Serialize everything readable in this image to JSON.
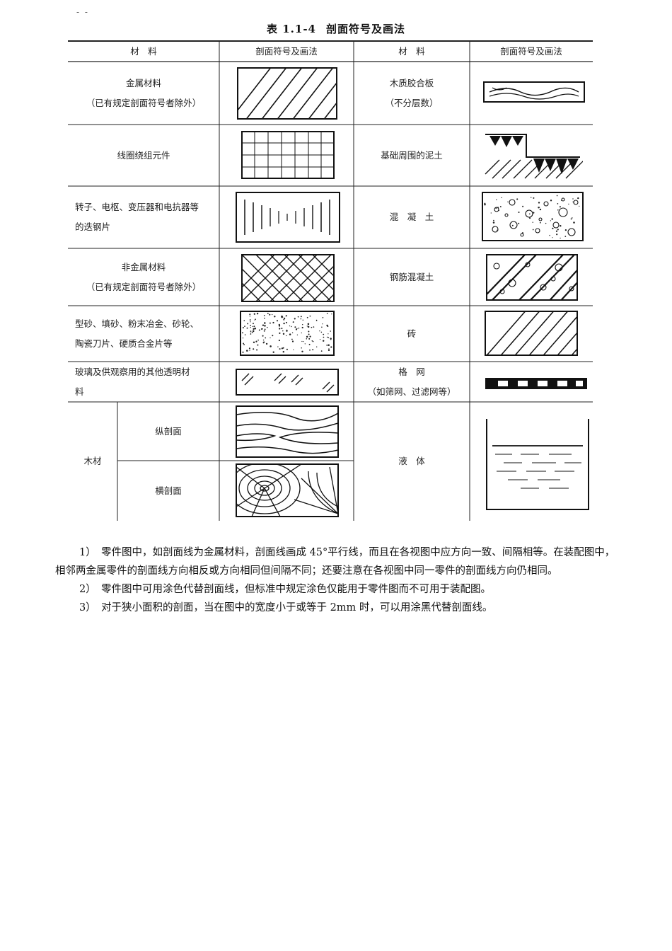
{
  "header_mark": "- -",
  "table": {
    "number": "表 1.1-4",
    "title": "剖面符号及画法",
    "headers": {
      "material_left": "材　料",
      "symbol_left": "剖面符号及画法",
      "material_right": "材　料",
      "symbol_right": "剖面符号及画法"
    },
    "left": {
      "metal_1": "金属材料",
      "metal_2": "（已有规定剖面符号者除外）",
      "coil": "线圈绕组元件",
      "steel_1": "转子、电枢、变压器和电抗器等",
      "steel_2": "的迭钢片",
      "nonmetal_1": "非金属材料",
      "nonmetal_2": "（已有规定剖面符号者除外）",
      "sand_1": "型砂、填砂、粉末冶金、砂轮、",
      "sand_2": "陶瓷刀片、硬质合金片等",
      "glass_1": "玻璃及供观察用的其他透明材",
      "glass_2": "料",
      "wood": "木材",
      "wood_long": "纵剖面",
      "wood_cross": "横剖面"
    },
    "right": {
      "plywood_1": "木质胶合板",
      "plywood_2": "（不分层数）",
      "soil": "基础周围的泥土",
      "concrete": "混　凝　土",
      "rc": "钢筋混凝土",
      "brick": "砖",
      "grid_1": "格　网",
      "grid_2": "（如筛网、过滤网等）",
      "liquid": "液　体"
    }
  },
  "paragraphs": {
    "p1": "1）　零件图中，如剖面线为金属材料，剖面线画成 45°平行线，而且在各视图中应方向一致、间隔相等。在装配图中，相邻两金属零件的剖面线方向相反或方向相同但间隔不同；还要注意在各视图中同一零件的剖面线方向仍相同。",
    "p2": "2）　零件图中可用涂色代替剖面线，但标准中规定涂色仅能用于零件图而不可用于装配图。",
    "p3": "3）　对于狭小面积的剖面，当在图中的宽度小于或等于 2mm 时，可以用涂黑代替剖面线。"
  }
}
